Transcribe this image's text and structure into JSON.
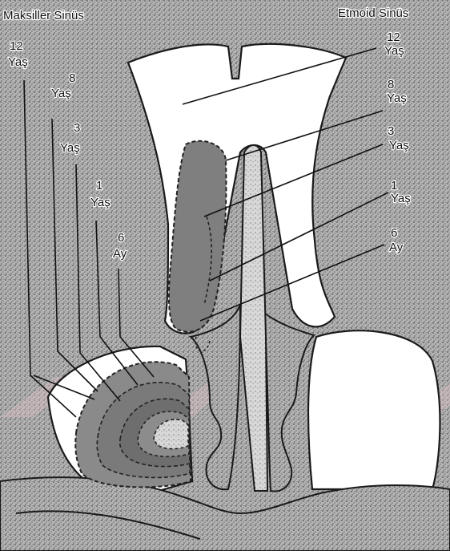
{
  "titles": {
    "maxillary": "Maksiller Sinüs",
    "ethmoid": "Etmoid Sinüs"
  },
  "ethmoid_labels": [
    {
      "value": "12",
      "unit": "Yaş"
    },
    {
      "value": "8",
      "unit": "Yaş"
    },
    {
      "value": "3",
      "unit": "Yaş"
    },
    {
      "value": "1",
      "unit": "Yaş"
    },
    {
      "value": "6",
      "unit": "Ay"
    }
  ],
  "maxillary_labels": [
    {
      "value": "12",
      "unit": "Yaş"
    },
    {
      "value": "8",
      "unit": "Yaş"
    },
    {
      "value": "3",
      "unit": "Yaş"
    },
    {
      "value": "1",
      "unit": "Yaş"
    },
    {
      "value": "6",
      "unit": "Ay"
    }
  ],
  "colors": {
    "stipple": "#9a9a9a",
    "sinus_fill": "#7f7f7f",
    "watermark": "#e8c4c8",
    "outline": "#1a1a1a"
  }
}
